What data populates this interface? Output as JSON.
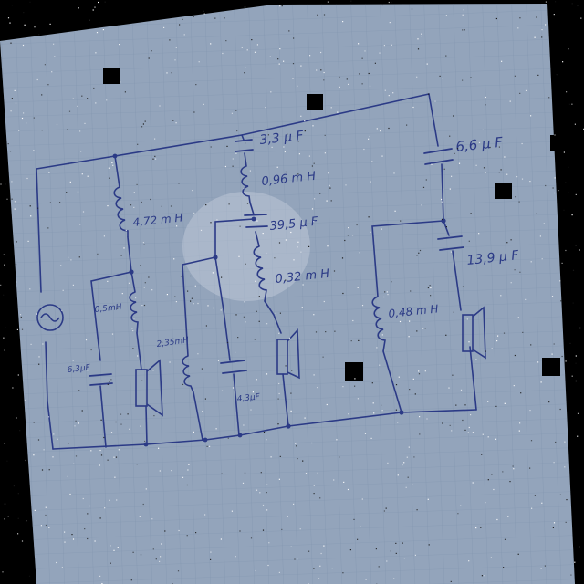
{
  "colors": {
    "background": "#000000",
    "paper": "#93a4bb",
    "grid": "#7f93ad",
    "ink": "#2b3a86"
  },
  "components": {
    "capacitors": [
      {
        "id": "c-main-top",
        "label": "3,3 μ F"
      },
      {
        "id": "c-mid",
        "label": "39,5 μ F"
      },
      {
        "id": "c-bottom-mid",
        "label": "4,3μF"
      },
      {
        "id": "c-left-source",
        "label": "6,3μF"
      },
      {
        "id": "c-right-top",
        "label": "6,6 μ F"
      },
      {
        "id": "c-right-lower",
        "label": "13,9 μ F"
      }
    ],
    "inductors": [
      {
        "id": "l-left-top",
        "label": "4,72 m H"
      },
      {
        "id": "l-left-lower",
        "label": "0,5mH"
      },
      {
        "id": "l-center-top",
        "label": "0,96 m H"
      },
      {
        "id": "l-center-lower",
        "label": "0,32 m H"
      },
      {
        "id": "l-shunt",
        "label": "2,35mH"
      },
      {
        "id": "l-right",
        "label": "0,48 m H"
      }
    ],
    "speakers": [
      {
        "id": "spk-woofer"
      },
      {
        "id": "spk-mid"
      },
      {
        "id": "spk-tweeter"
      }
    ],
    "source": {
      "id": "ac-source",
      "icon": "ac-source-icon"
    }
  }
}
